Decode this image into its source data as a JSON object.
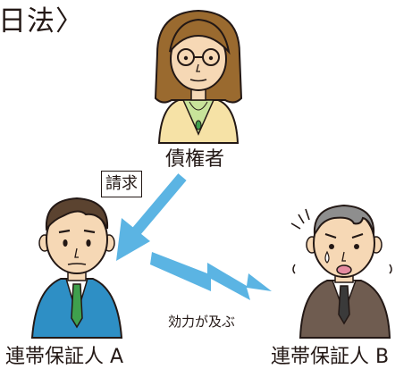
{
  "header": {
    "text": "日法〉"
  },
  "nodes": {
    "creditor": {
      "label": "債権者"
    },
    "guarantor_a": {
      "label": "連帯保証人 A"
    },
    "guarantor_b": {
      "label": "連帯保証人 B"
    }
  },
  "edges": {
    "request": {
      "label": "請求"
    },
    "effect": {
      "label": "効力が及ぶ"
    }
  },
  "colors": {
    "arrow": "#5BB4E3",
    "outline": "#231815",
    "skin": "#F6D8B5",
    "hair_creditor": "#9A6A2F",
    "cardigan": "#F6E2A6",
    "blouse": "#C8E39A",
    "hair_a": "#5B4330",
    "suit_a": "#2E8FC5",
    "tie_a": "#3FA04D",
    "hair_b": "#8E8E8E",
    "suit_b": "#6F5C50",
    "tie_b": "#3A3A3A"
  }
}
